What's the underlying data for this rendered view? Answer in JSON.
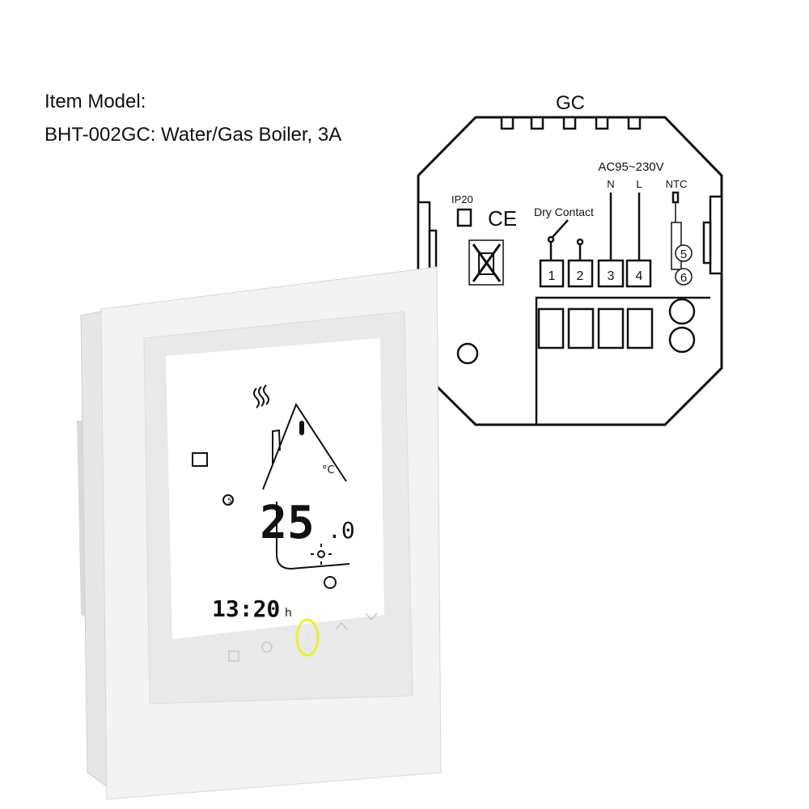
{
  "caption": {
    "line1": "Item Model:",
    "line2": "BHT-002GC: Water/Gas Boiler, 3A"
  },
  "diagram": {
    "title": "GC",
    "power_label": "AC95~230V",
    "neutral_label": "N",
    "live_label": "L",
    "sensor_label": "NTC",
    "ip_rating": "IP20",
    "ce_mark": "CE",
    "dry_contact_label": "Dry Contact",
    "terminals": [
      "1",
      "2",
      "3",
      "4"
    ],
    "sensor_terminals": [
      "5",
      "6"
    ]
  },
  "thermostat": {
    "temperature": "25",
    "temperature_decimal": ".0",
    "unit": "°C",
    "time": "13:20",
    "time_suffix": "h",
    "program_number": "5",
    "power_ring_color": "#e8ef3a",
    "icons": [
      "heating-waves-icon",
      "away-home-icon",
      "thermometer-icon",
      "sun-icon",
      "clock-icon",
      "menu-grid-icon",
      "clock-button-icon",
      "power-button-icon",
      "up-arrow-icon",
      "down-arrow-icon"
    ]
  }
}
